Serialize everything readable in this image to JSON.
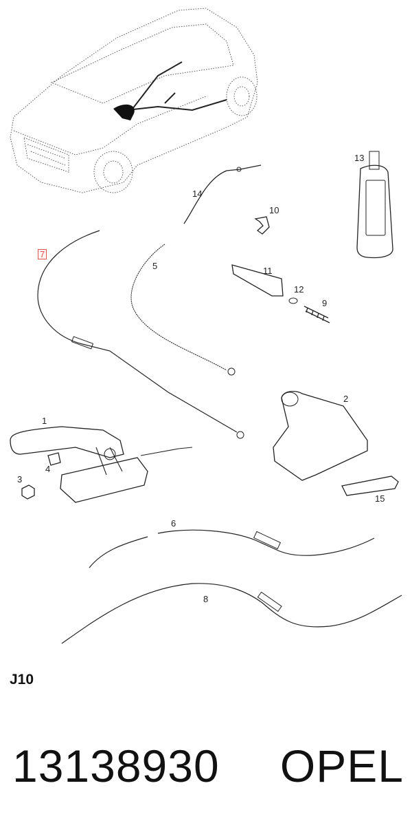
{
  "callouts": {
    "c1": "1",
    "c2": "2",
    "c3": "3",
    "c4": "4",
    "c5": "5",
    "c6": "6",
    "c7": "7",
    "c8": "8",
    "c9": "9",
    "c10": "10",
    "c11": "11",
    "c12": "12",
    "c13": "13",
    "c14": "14",
    "c15": "15"
  },
  "section_code": "J10",
  "footer": {
    "part_number": "13138930",
    "brand": "OPEL"
  },
  "colors": {
    "highlight": "#e0554f",
    "line": "#222222"
  }
}
